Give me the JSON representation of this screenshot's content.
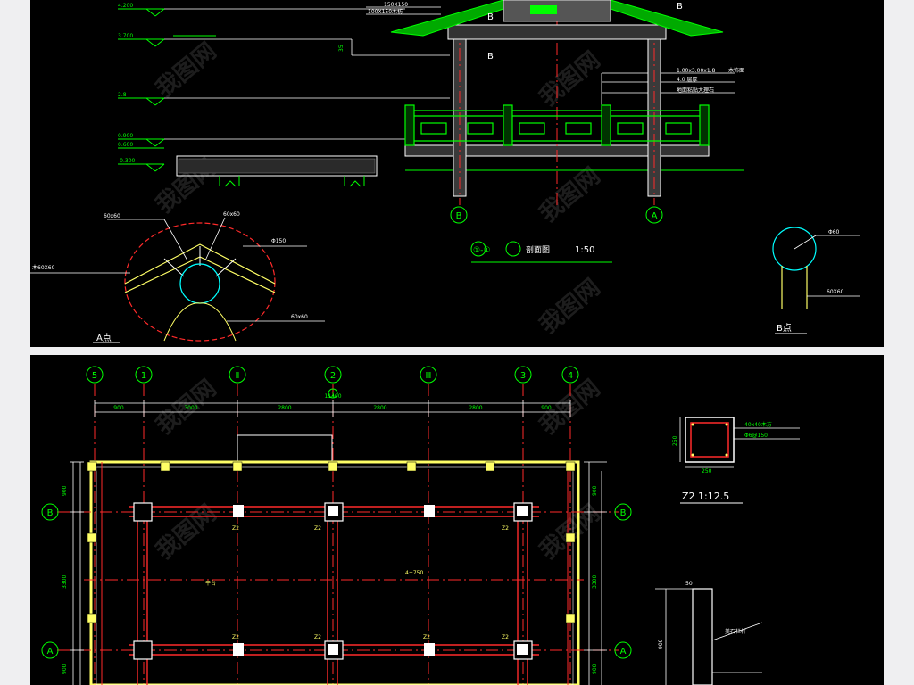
{
  "colors": {
    "background": "#000000",
    "frame": "#efeff1",
    "primary_line": "#00ff00",
    "axis_line": "#ff2a2a",
    "structure_line": "#ffff66",
    "text": "#ffffff",
    "circle": "#00ffff"
  },
  "section": {
    "title_marker": "①-①",
    "title_text": "剖面图",
    "title_scale": "1:50",
    "axis_left": "B",
    "axis_right": "A",
    "roof_marker_b1": "B",
    "roof_marker_b2": "B",
    "roof_marker_b3": "B",
    "callout_top1": "150X150",
    "callout_top2": "100X150木枋",
    "callout_right1": "1.00x3.00x1.8",
    "callout_right2": "4.0  层厚",
    "callout_right3": "地面粘贴大理石",
    "callout_right_tag": "木饰面",
    "elev_1": "4.200",
    "elev_2": "3.700",
    "elev_3": "2.8",
    "elev_4": "0.900",
    "elev_5": "0.600",
    "elev_6": "-0.300",
    "side_note": "35"
  },
  "detail_a": {
    "label": "A点",
    "callout1": "60x60",
    "callout2": "60x60",
    "callout3": "Φ150",
    "callout4": "木60X60",
    "callout5": "60x60"
  },
  "detail_b": {
    "label": "B点",
    "callout1": "Φ60",
    "callout2": "60X60"
  },
  "plan": {
    "axes_top": [
      "5",
      "1",
      "Ⅱ",
      "2",
      "Ⅲ",
      "3",
      "4"
    ],
    "axes_side": [
      "B",
      "A"
    ],
    "dims_top": [
      "900",
      "3000",
      "2800",
      "2800",
      "2800",
      "900"
    ],
    "overall_dim": "11400",
    "dims_left": [
      "900",
      "3300",
      "900"
    ],
    "dims_right": [
      "900",
      "3300",
      "900"
    ],
    "col_tag": "Z2",
    "center_tag": "4+750",
    "step_tag": "平台",
    "marker": "1"
  },
  "column_detail": {
    "title": "Z2  1:12.5",
    "dim_w": "250",
    "dim_h": "250",
    "callout1": "40x40木方",
    "callout2": "Φ6@150",
    "rail_label": "美石栏杆",
    "rail_dim": "50",
    "rail_h": "900"
  },
  "watermark": "我图网"
}
